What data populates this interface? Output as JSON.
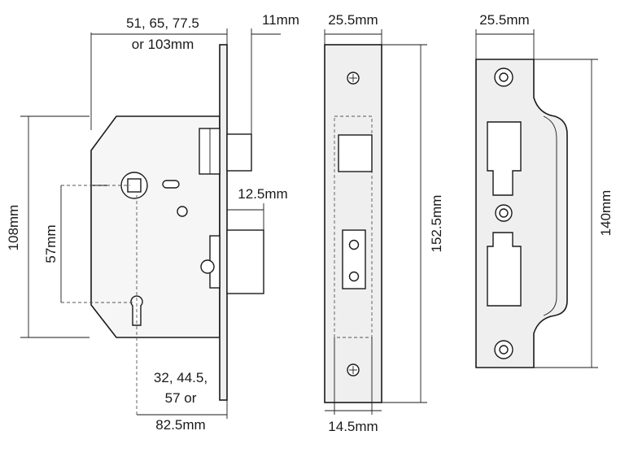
{
  "lock_side_view": {
    "backset_options": "51, 65, 77.5",
    "backset_options_2": "or 103mm",
    "forend_thickness": "11mm",
    "case_height": "108mm",
    "centres": "57mm",
    "bolt_projection": "12.5mm",
    "case_depth_options_1": "32, 44.5,",
    "case_depth_options_2": "57 or",
    "case_depth_options_3": "82.5mm"
  },
  "forend_view": {
    "width": "25.5mm",
    "height": "152.5mm",
    "inner_width": "14.5mm"
  },
  "strike_plate_view": {
    "width": "25.5mm",
    "height": "140mm"
  }
}
